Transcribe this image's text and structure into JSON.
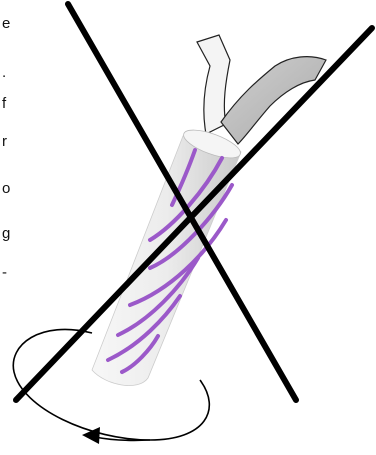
{
  "side_text_fragments": [
    "e",
    ".",
    "f",
    "r",
    "o",
    "g",
    "-"
  ],
  "colors": {
    "cross": "#000000",
    "stripe": "#9b59c9",
    "sleeve_light": "#ececec",
    "sleeve_mid": "#d6d6d6",
    "strip_light": "#f2f2f2",
    "strip_dark": "#b9b9b9",
    "arrow": "#000000"
  },
  "icons": {
    "cross_out": "x-mark-icon",
    "rotation": "circular-arrow-icon"
  }
}
